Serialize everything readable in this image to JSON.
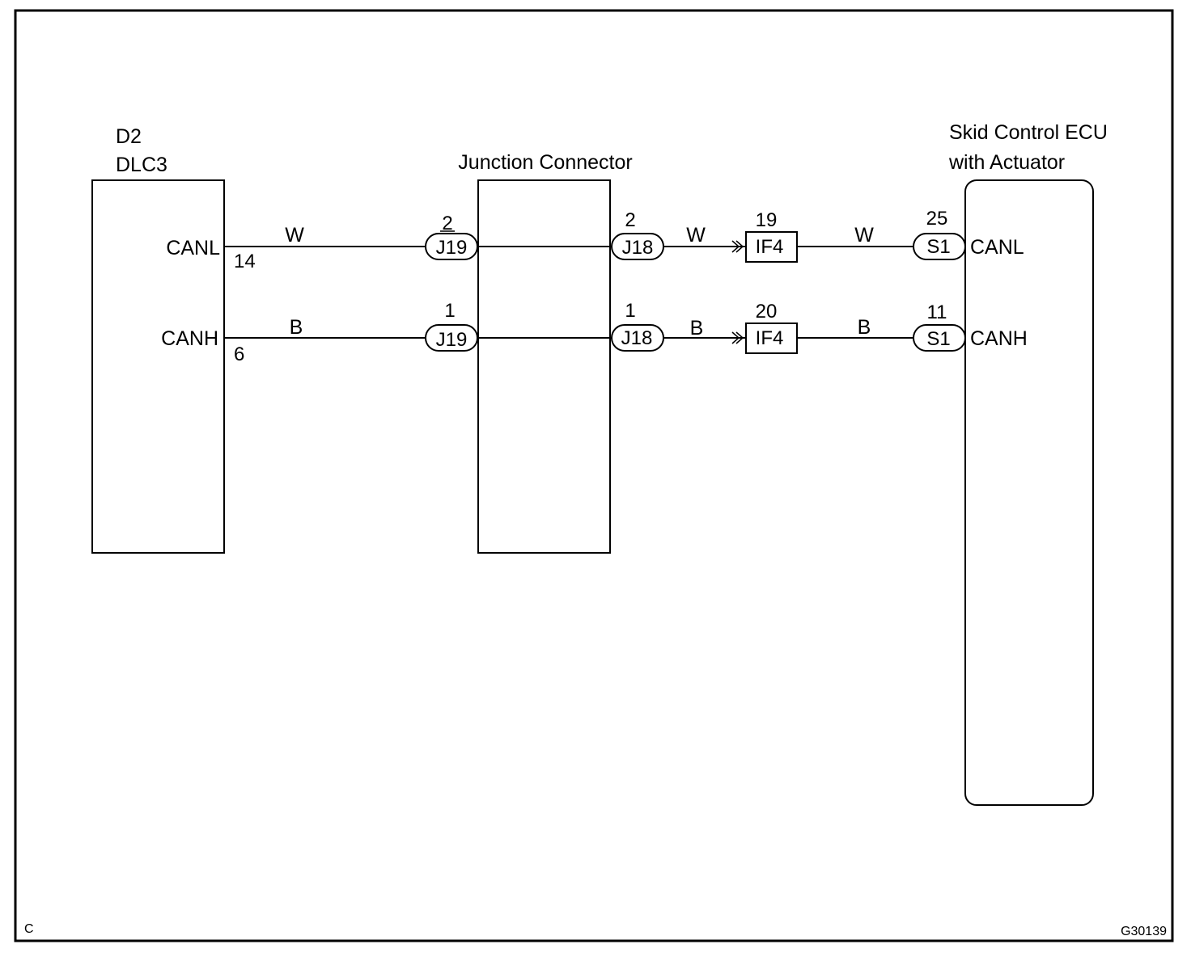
{
  "diagram": {
    "corner_left": "C",
    "figure_code": "G30139",
    "components": {
      "dlc3": {
        "code": "D2",
        "name": "DLC3",
        "pins": [
          {
            "signal": "CANL",
            "pin": "14"
          },
          {
            "signal": "CANH",
            "pin": "6"
          }
        ]
      },
      "junction": {
        "name": "Junction Connector"
      },
      "ecu": {
        "name_line1": "Skid Control ECU",
        "name_line2": "with Actuator",
        "pins": [
          {
            "signal": "CANL"
          },
          {
            "signal": "CANH"
          }
        ]
      }
    },
    "circuits": [
      {
        "signal": "CANL",
        "wire_color_1": "W",
        "j19": {
          "pin": "2",
          "connector": "J19"
        },
        "j18": {
          "pin": "2",
          "connector": "J18"
        },
        "wire_color_2": "W",
        "if4": {
          "pin": "19",
          "connector": "IF4"
        },
        "wire_color_3": "W",
        "s1": {
          "pin": "25",
          "connector": "S1"
        }
      },
      {
        "signal": "CANH",
        "wire_color_1": "B",
        "j19": {
          "pin": "1",
          "connector": "J19"
        },
        "j18": {
          "pin": "1",
          "connector": "J18"
        },
        "wire_color_2": "B",
        "if4": {
          "pin": "20",
          "connector": "IF4"
        },
        "wire_color_3": "B",
        "s1": {
          "pin": "11",
          "connector": "S1"
        }
      }
    ]
  }
}
